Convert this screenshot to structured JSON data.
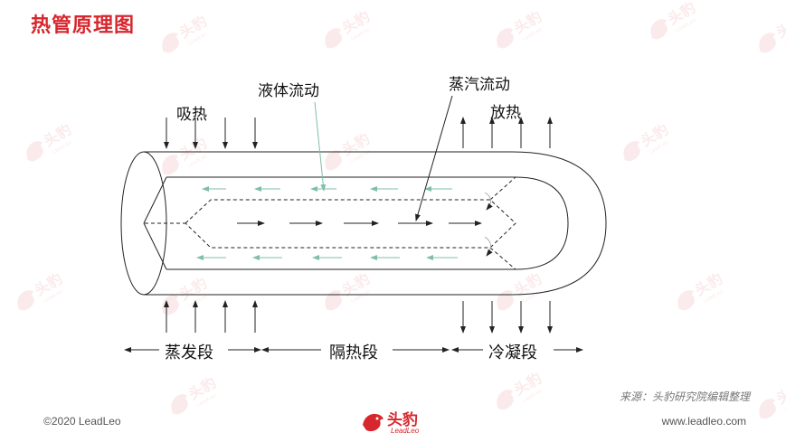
{
  "title": "热管原理图",
  "labels": {
    "heat_absorb": "吸热",
    "liquid_flow": "液体流动",
    "vapor_flow": "蒸汽流动",
    "heat_release": "放热"
  },
  "sections": {
    "evaporation": "蒸发段",
    "adiabatic": "隔热段",
    "condensation": "冷凝段"
  },
  "source": "来源：头豹研究院编辑整理",
  "footer": {
    "copyright": "©2020 LeadLeo",
    "website": "www.leadleo.com",
    "logo_text": "头豹",
    "logo_sub": "LeadLeo"
  },
  "watermark": {
    "text": "头豹",
    "sub": "LeadLeo"
  },
  "colors": {
    "brand": "#d7262d",
    "liquid_arrow": "#7fbfa6",
    "line": "#222222"
  }
}
